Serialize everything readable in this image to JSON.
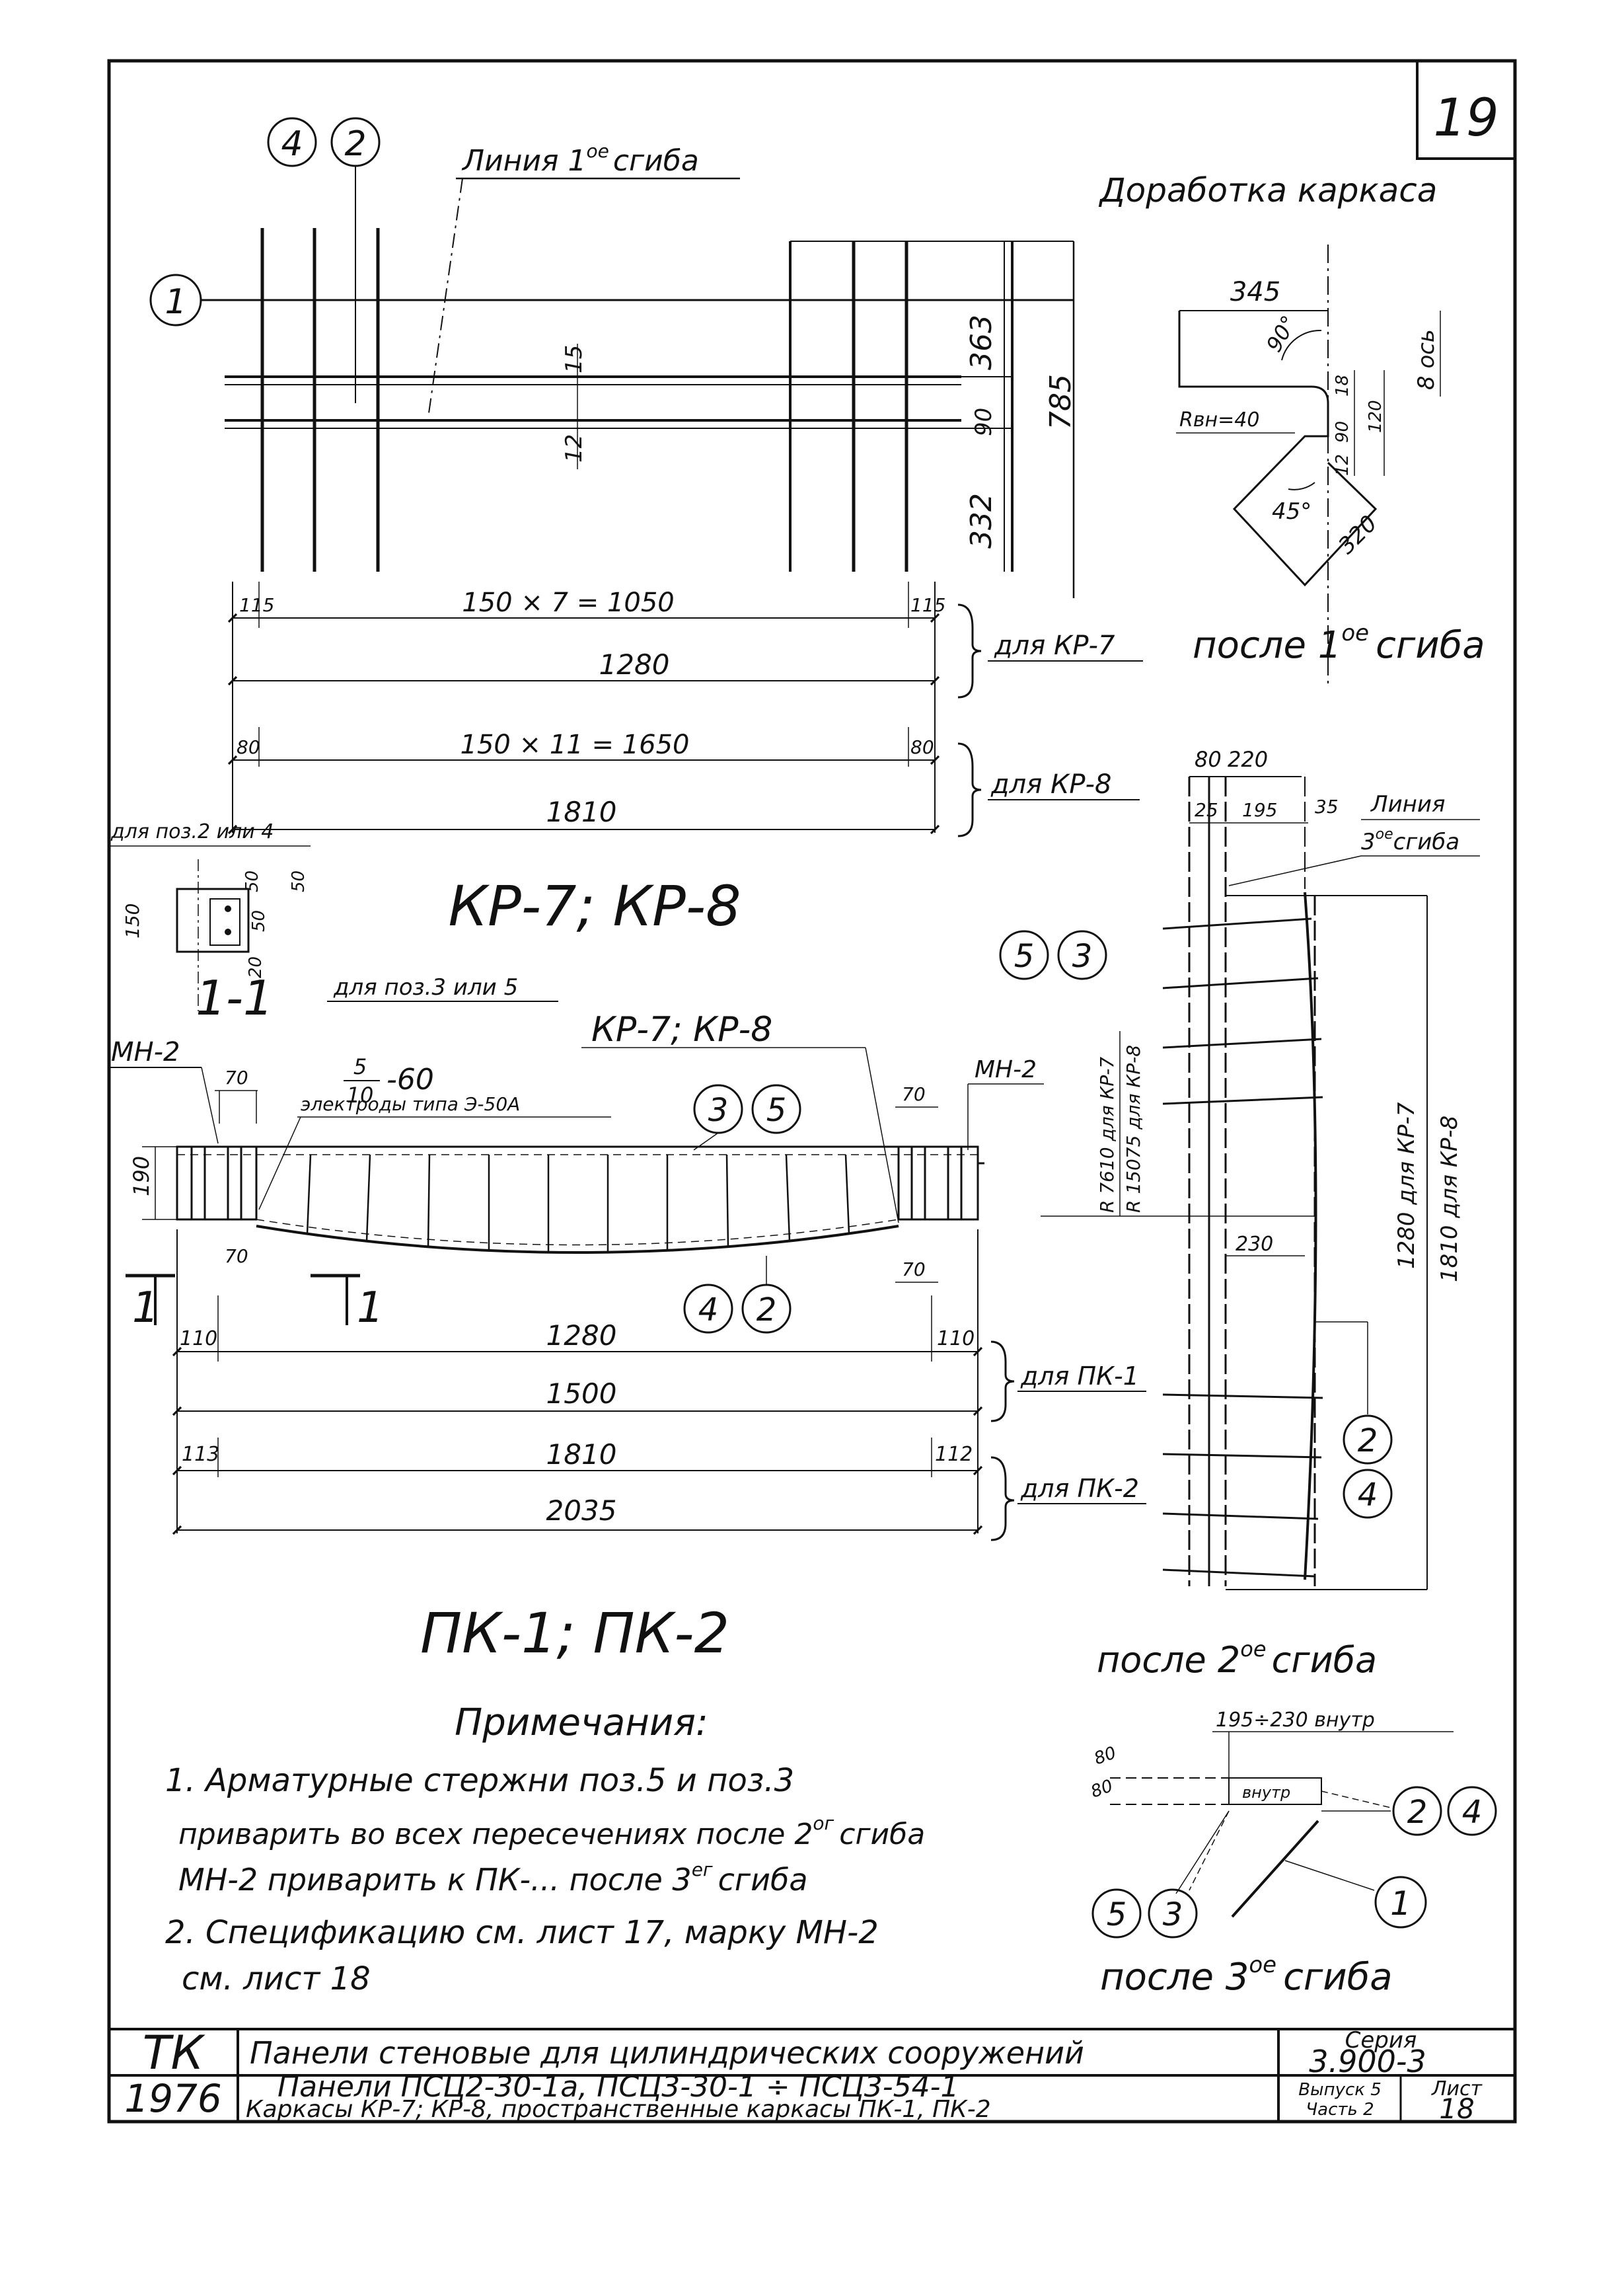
{
  "sheet_number": "19",
  "top_view": {
    "bend_line_label": "Линия 1",
    "bend_line_sup": "ое",
    "bend_line_tail": "сгиба",
    "pos_4": "4",
    "pos_2": "2",
    "pos_1": "1",
    "dim_363": "363",
    "dim_785": "785",
    "dim_90": "90",
    "dim_332": "332",
    "dim_15": "15",
    "dim_12": "12",
    "dim_115a": "115",
    "dim_115b": "115",
    "dim_1050": "150 × 7 = 1050",
    "dim_1280": "1280",
    "for_kr7": "для КР-7",
    "dim_80a": "80",
    "dim_80b": "80",
    "dim_1650": "150 × 11 = 1650",
    "dim_1810": "1810",
    "for_kr8": "для КР-8",
    "title": "КР-7; КР-8"
  },
  "rework": {
    "title": "Доработка каркаса",
    "dim_345": "345",
    "angle_90": "90°",
    "dim_18": "18",
    "dim_120": "120",
    "dim_90": "90",
    "dim_12": "12",
    "axis_label": "8 ось",
    "radius": "Rвн=40",
    "angle_45": "45°",
    "dim_320": "320",
    "after_1st": "после 1",
    "after_1st_sup": "ое",
    "after_1st_tail": "сгиба"
  },
  "section_1_1": {
    "caption": "для поз.2 или 4",
    "dim_150": "150",
    "dim_50a": "50",
    "dim_50b": "50",
    "dim_50c": "50",
    "dim_20": "20",
    "title": "1-1"
  },
  "lower_view": {
    "for_pos35": "для поз.3 или 5",
    "mn2_left": "МН-2",
    "mn2_right": "МН-2",
    "kr_label": "КР-7; КР-8",
    "weld_num": "5",
    "weld_den": "10",
    "weld_tail": "-60",
    "electrodes": "электроды типа Э-50А",
    "dim_70a": "70",
    "dim_70b": "70",
    "dim_70c": "70",
    "dim_70d": "70",
    "dim_190": "190",
    "pos_3": "3",
    "pos_5": "5",
    "pos_4": "4",
    "pos_2": "2",
    "sec_mark_left": "1",
    "sec_mark_right": "1",
    "dim_110a": "110",
    "dim_1280": "1280",
    "dim_110b": "110",
    "dim_1500": "1500",
    "for_pk1": "для ПК-1",
    "dim_113": "113",
    "dim_1810": "1810",
    "dim_112": "112",
    "dim_2035": "2035",
    "for_pk2": "для ПК-2",
    "title": "ПК-1; ПК-2"
  },
  "right_view": {
    "dim_80": "80",
    "dim_220": "220",
    "dim_25": "25",
    "dim_195": "195",
    "dim_35": "35",
    "line_label": "Линия",
    "line_label2": "3",
    "line_label2_sup": "ое",
    "line_label2_tail": "сгиба",
    "pos_5": "5",
    "pos_3": "3",
    "radius1": "R 7610 для КР-7",
    "radius2": "R 15075 для КР-8",
    "dim_1280": "1280 для КР-7",
    "dim_1810": "1810 для КР-8",
    "dim_230": "230",
    "pos_2": "2",
    "pos_4": "4",
    "after_2nd": "после 2",
    "after_2nd_sup": "ое",
    "after_2nd_tail": "сгиба"
  },
  "bottom_right": {
    "dim_top": "195÷230 внутр",
    "dim_80a": "80",
    "dim_80b": "80",
    "inner": "внутр",
    "pos_2": "2",
    "pos_4": "4",
    "pos_5": "5",
    "pos_3": "3",
    "pos_1": "1",
    "after_3rd": "после 3",
    "after_3rd_sup": "ое",
    "after_3rd_tail": "сгиба"
  },
  "notes": {
    "title": "Примечания:",
    "line1": "1. Арматурные стержни поз.5 и поз.3",
    "line2": "приварить во всех пересечениях после 2",
    "line2_sup": "ог",
    "line2_tail": "сгиба",
    "line3": "МН-2 приварить к ПК-... после 3",
    "line3_sup": "ег",
    "line3_tail": "сгиба",
    "line4": "2. Спецификацию см. лист 17, марку МН-2",
    "line5": "см. лист 18"
  },
  "title_block": {
    "org": "ТК",
    "year": "1976",
    "row1": "Панели стеновые для цилиндрических сооружений",
    "row2a": "Панели ПСЦ2-30-1а, ПСЦ3-30-1 ÷ ПСЦ3-54-1",
    "row2b": "Каркасы КР-7; КР-8, пространственные каркасы ПК-1, ПК-2",
    "series_label": "Серия",
    "series_value": "3.900-3",
    "issue_label": "Выпуск 5",
    "part_label": "Часть 2",
    "sheet_label": "Лист",
    "sheet_value": "18"
  }
}
